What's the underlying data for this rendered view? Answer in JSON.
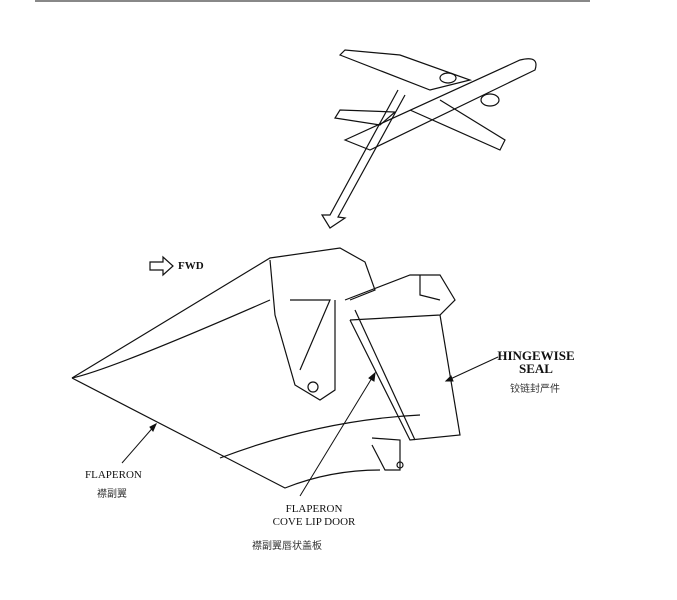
{
  "labels": {
    "fwd": "FWD",
    "hingewise_seal": "HINGEWISE\nSEAL",
    "hingewise_seal_zh": "铰链封严件",
    "flaperon": "FLAPERON",
    "flaperon_zh": "襟副翼",
    "cove_lip_door": "FLAPERON\nCOVE LIP DOOR",
    "cove_lip_door_zh": "襟副翼唇状盖板"
  }
}
